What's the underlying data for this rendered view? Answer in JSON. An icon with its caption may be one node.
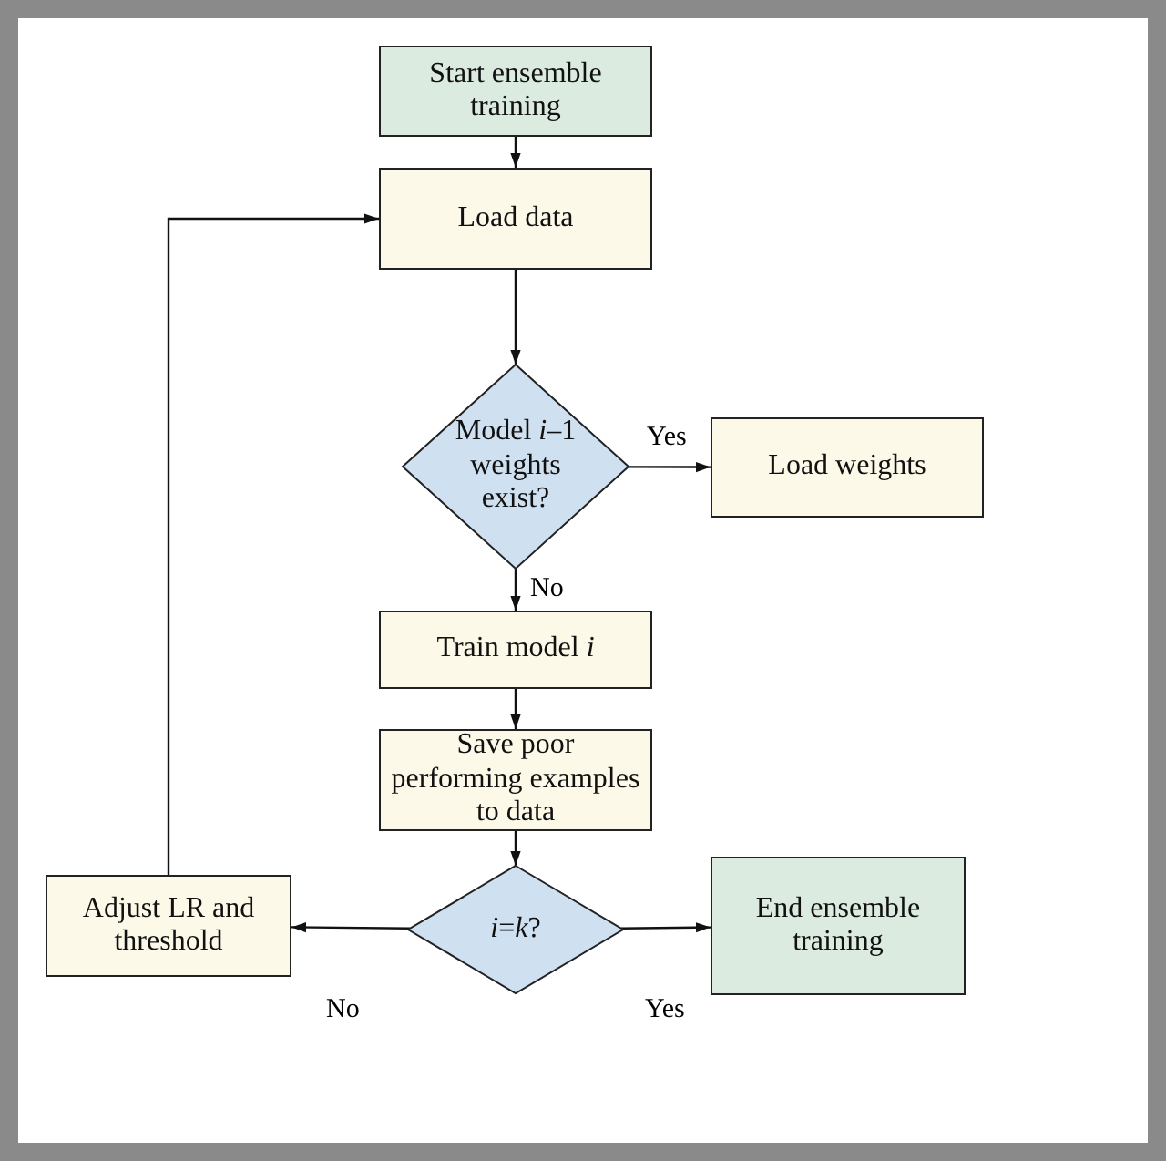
{
  "diagram": {
    "nodes": [
      {
        "text": [
          "Start ensemble training"
        ]
      },
      {
        "text": [
          "Load data"
        ]
      },
      {
        "text": [
          "Model *i*–1 weights exist?"
        ]
      },
      {
        "text": [
          "Load weights"
        ]
      },
      {
        "text": [
          "Train model *i*"
        ]
      },
      {
        "text": [
          "Save poor performing examples to data"
        ]
      },
      {
        "text": [
          "*i*=*k*?"
        ]
      },
      {
        "text": [
          "Adjust LR and threshold"
        ]
      },
      {
        "text": [
          "End ensemble training"
        ]
      }
    ],
    "edges": [
      {
        "from": 0,
        "to": 1,
        "arrow": "to"
      },
      {
        "from": 1,
        "to": 2,
        "arrow": "to"
      },
      {
        "from": 2,
        "to": 3,
        "label": "Yes",
        "arrow": "to"
      },
      {
        "from": 2,
        "to": 4,
        "label": "No",
        "arrow": "to"
      },
      {
        "from": 4,
        "to": 5,
        "arrow": "to"
      },
      {
        "from": 5,
        "to": 6,
        "arrow": "to"
      },
      {
        "from": 6,
        "to": 7,
        "label": "No",
        "arrow": "to"
      },
      {
        "from": 6,
        "to": 8,
        "label": "Yes",
        "arrow": "to"
      },
      {
        "from": 7,
        "to": 1,
        "arrow": "to"
      }
    ]
  }
}
